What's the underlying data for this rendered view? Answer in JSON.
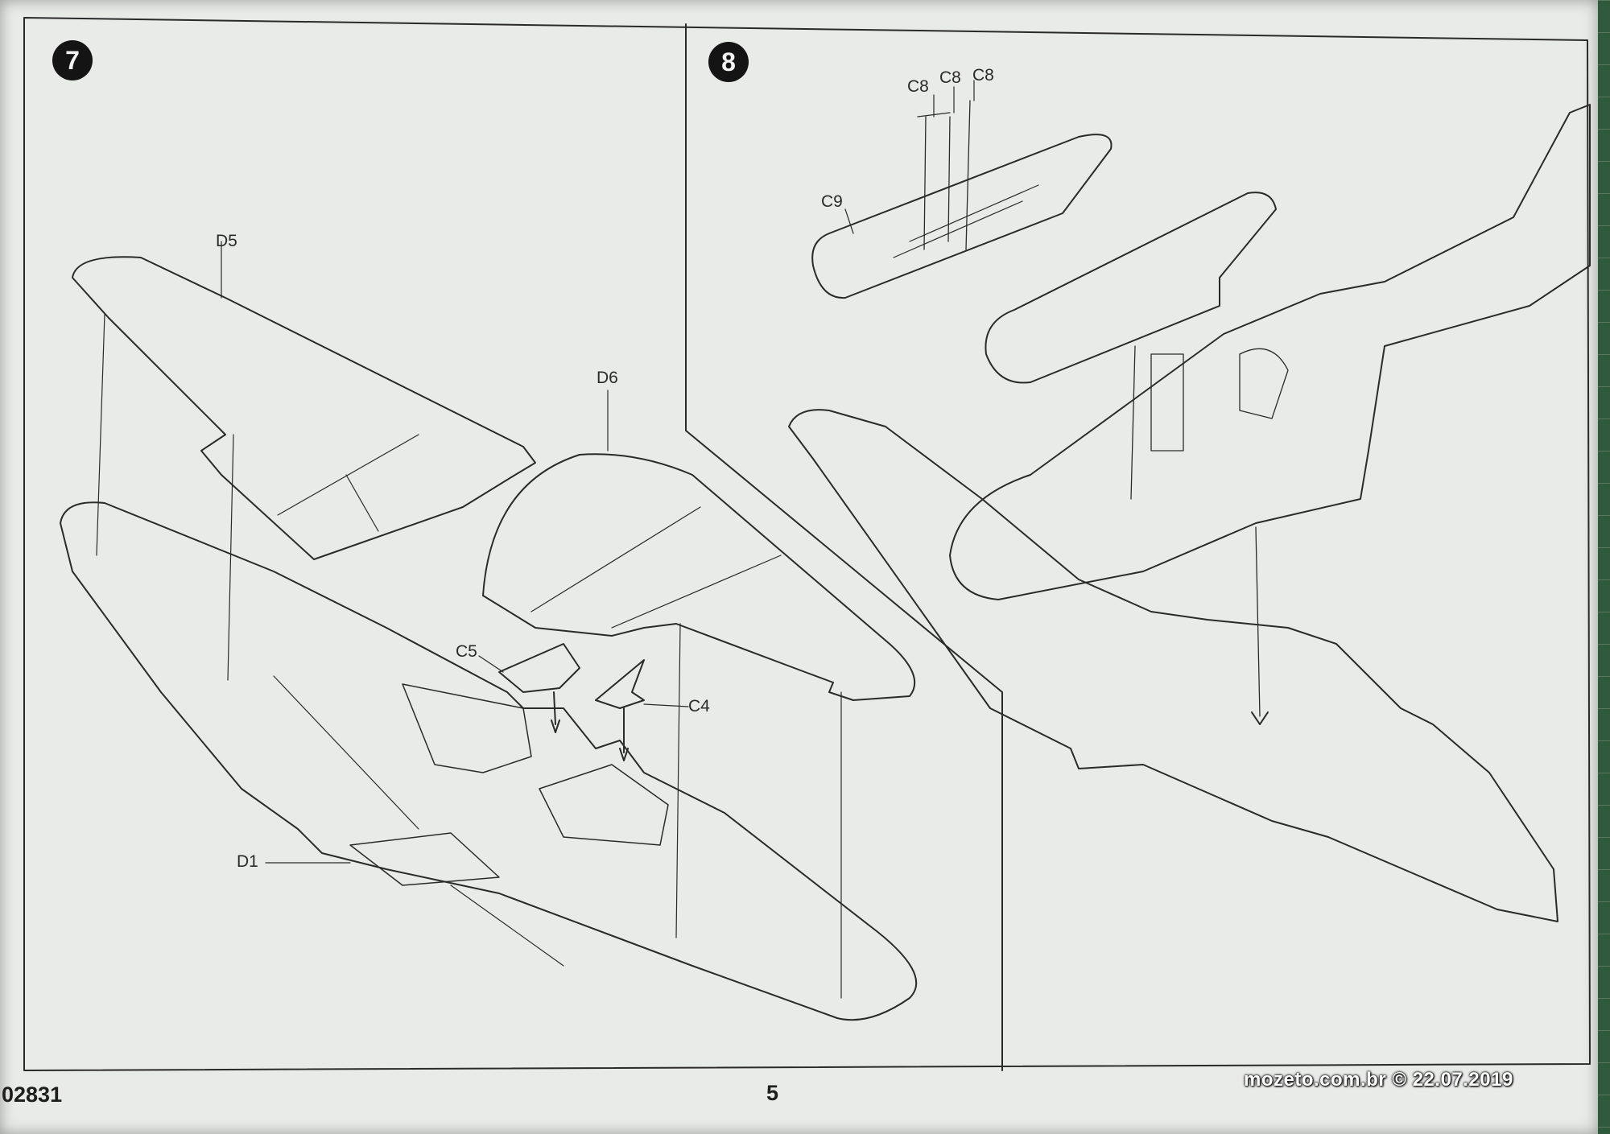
{
  "steps": [
    {
      "number": "7"
    },
    {
      "number": "8"
    }
  ],
  "step7_parts": {
    "d5": "D5",
    "d6": "D6",
    "c5": "C5",
    "c4": "C4",
    "d1": "D1"
  },
  "step8_parts": {
    "c8_a": "C8",
    "c8_b": "C8",
    "c8_c": "C8",
    "c9": "C9"
  },
  "footer": {
    "code": "02831",
    "page_number": "5"
  },
  "watermark": "mozeto.com.br © 22.07.2019",
  "colors": {
    "paper": "#e9ebe8",
    "line": "#2a2a2a",
    "mat": "#2f5a3c"
  }
}
